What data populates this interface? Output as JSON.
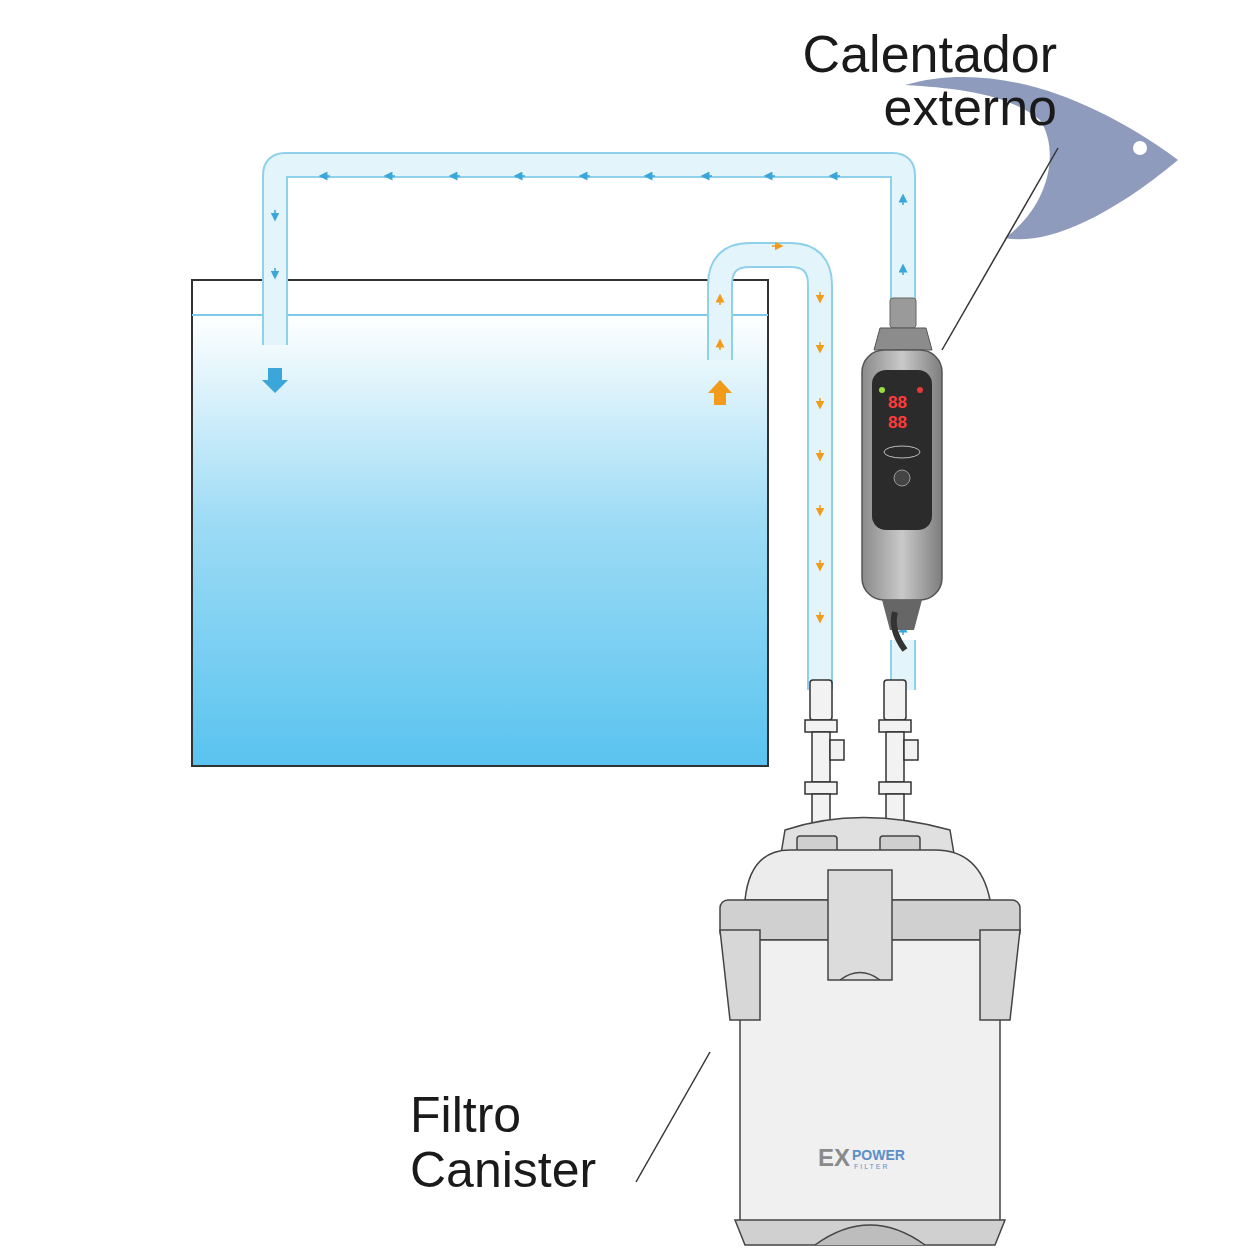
{
  "diagram": {
    "labels": [
      "Calentador externo",
      "Filtro Canister",
      "88",
      "88",
      "EX",
      "POWER",
      "FILTER"
    ]
  }
}
